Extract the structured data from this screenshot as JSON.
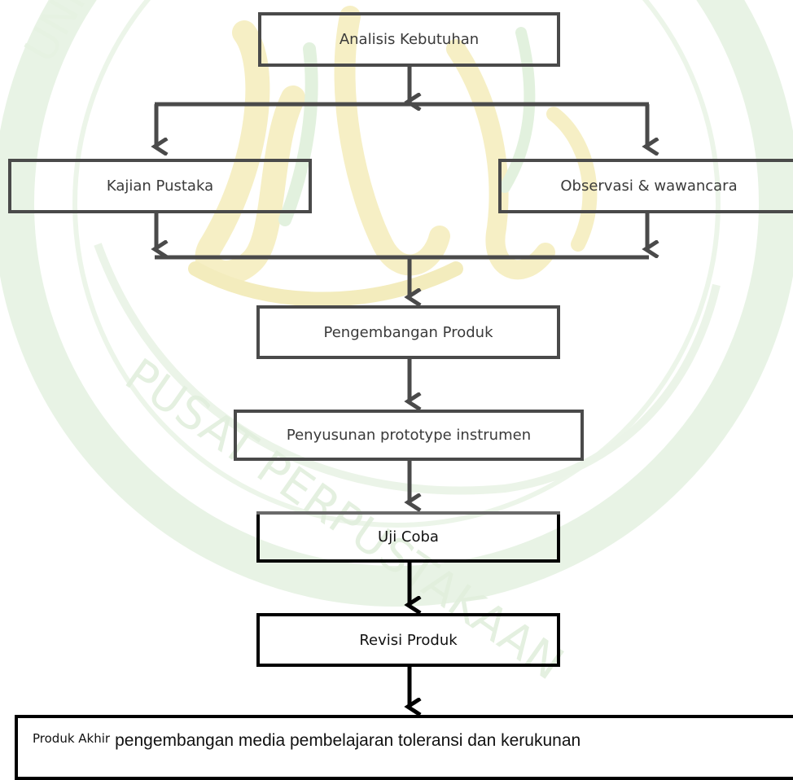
{
  "nodes": {
    "analisis": "Analisis Kebutuhan",
    "kajian": "Kajian Pustaka",
    "observasi": "Observasi & wawancara",
    "pengembangan": "Pengembangan Produk",
    "penyusunan": "Penyusunan prototype instrumen",
    "ujicoba": "Uji Coba",
    "revisi": "Revisi Produk",
    "akhir_prefix": "Produk Akhir",
    "akhir_text": "pengembangan media pembelajaran toleransi dan kerukunan"
  },
  "watermark": {
    "ring_text_top": "UNIVERSITAS ISLAM NEGERI MAULANA MALIK IBRAHIM",
    "ring_text_bottom": "PUSAT PERPUSTAKAAN"
  },
  "colors": {
    "grey_stroke": "#4a4a4a",
    "black_stroke": "#000000",
    "watermark_green": "#dbeed7",
    "watermark_gold": "#f6efb8"
  }
}
